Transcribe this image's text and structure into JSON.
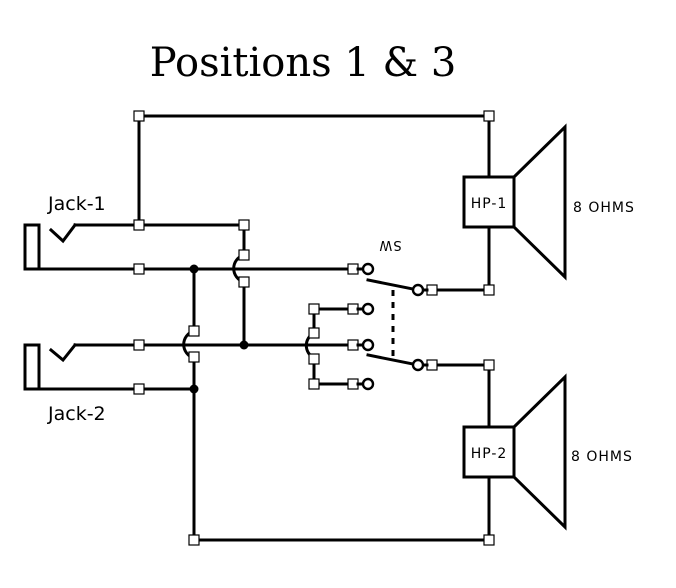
{
  "title": "Positions 1 & 3",
  "components": {
    "jack1": {
      "label": "Jack-1",
      "type": "audio-jack"
    },
    "jack2": {
      "label": "Jack-2",
      "type": "audio-jack"
    },
    "switch": {
      "label": "SW",
      "type": "DP3T-switch",
      "label_orientation": "rotated-180"
    },
    "speaker1": {
      "label": "HP-1",
      "impedance": "8 OHMS",
      "type": "speaker"
    },
    "speaker2": {
      "label": "HP-2",
      "impedance": "8 OHMS",
      "type": "speaker"
    }
  },
  "colors": {
    "ink": "#000000",
    "background": "#ffffff"
  }
}
